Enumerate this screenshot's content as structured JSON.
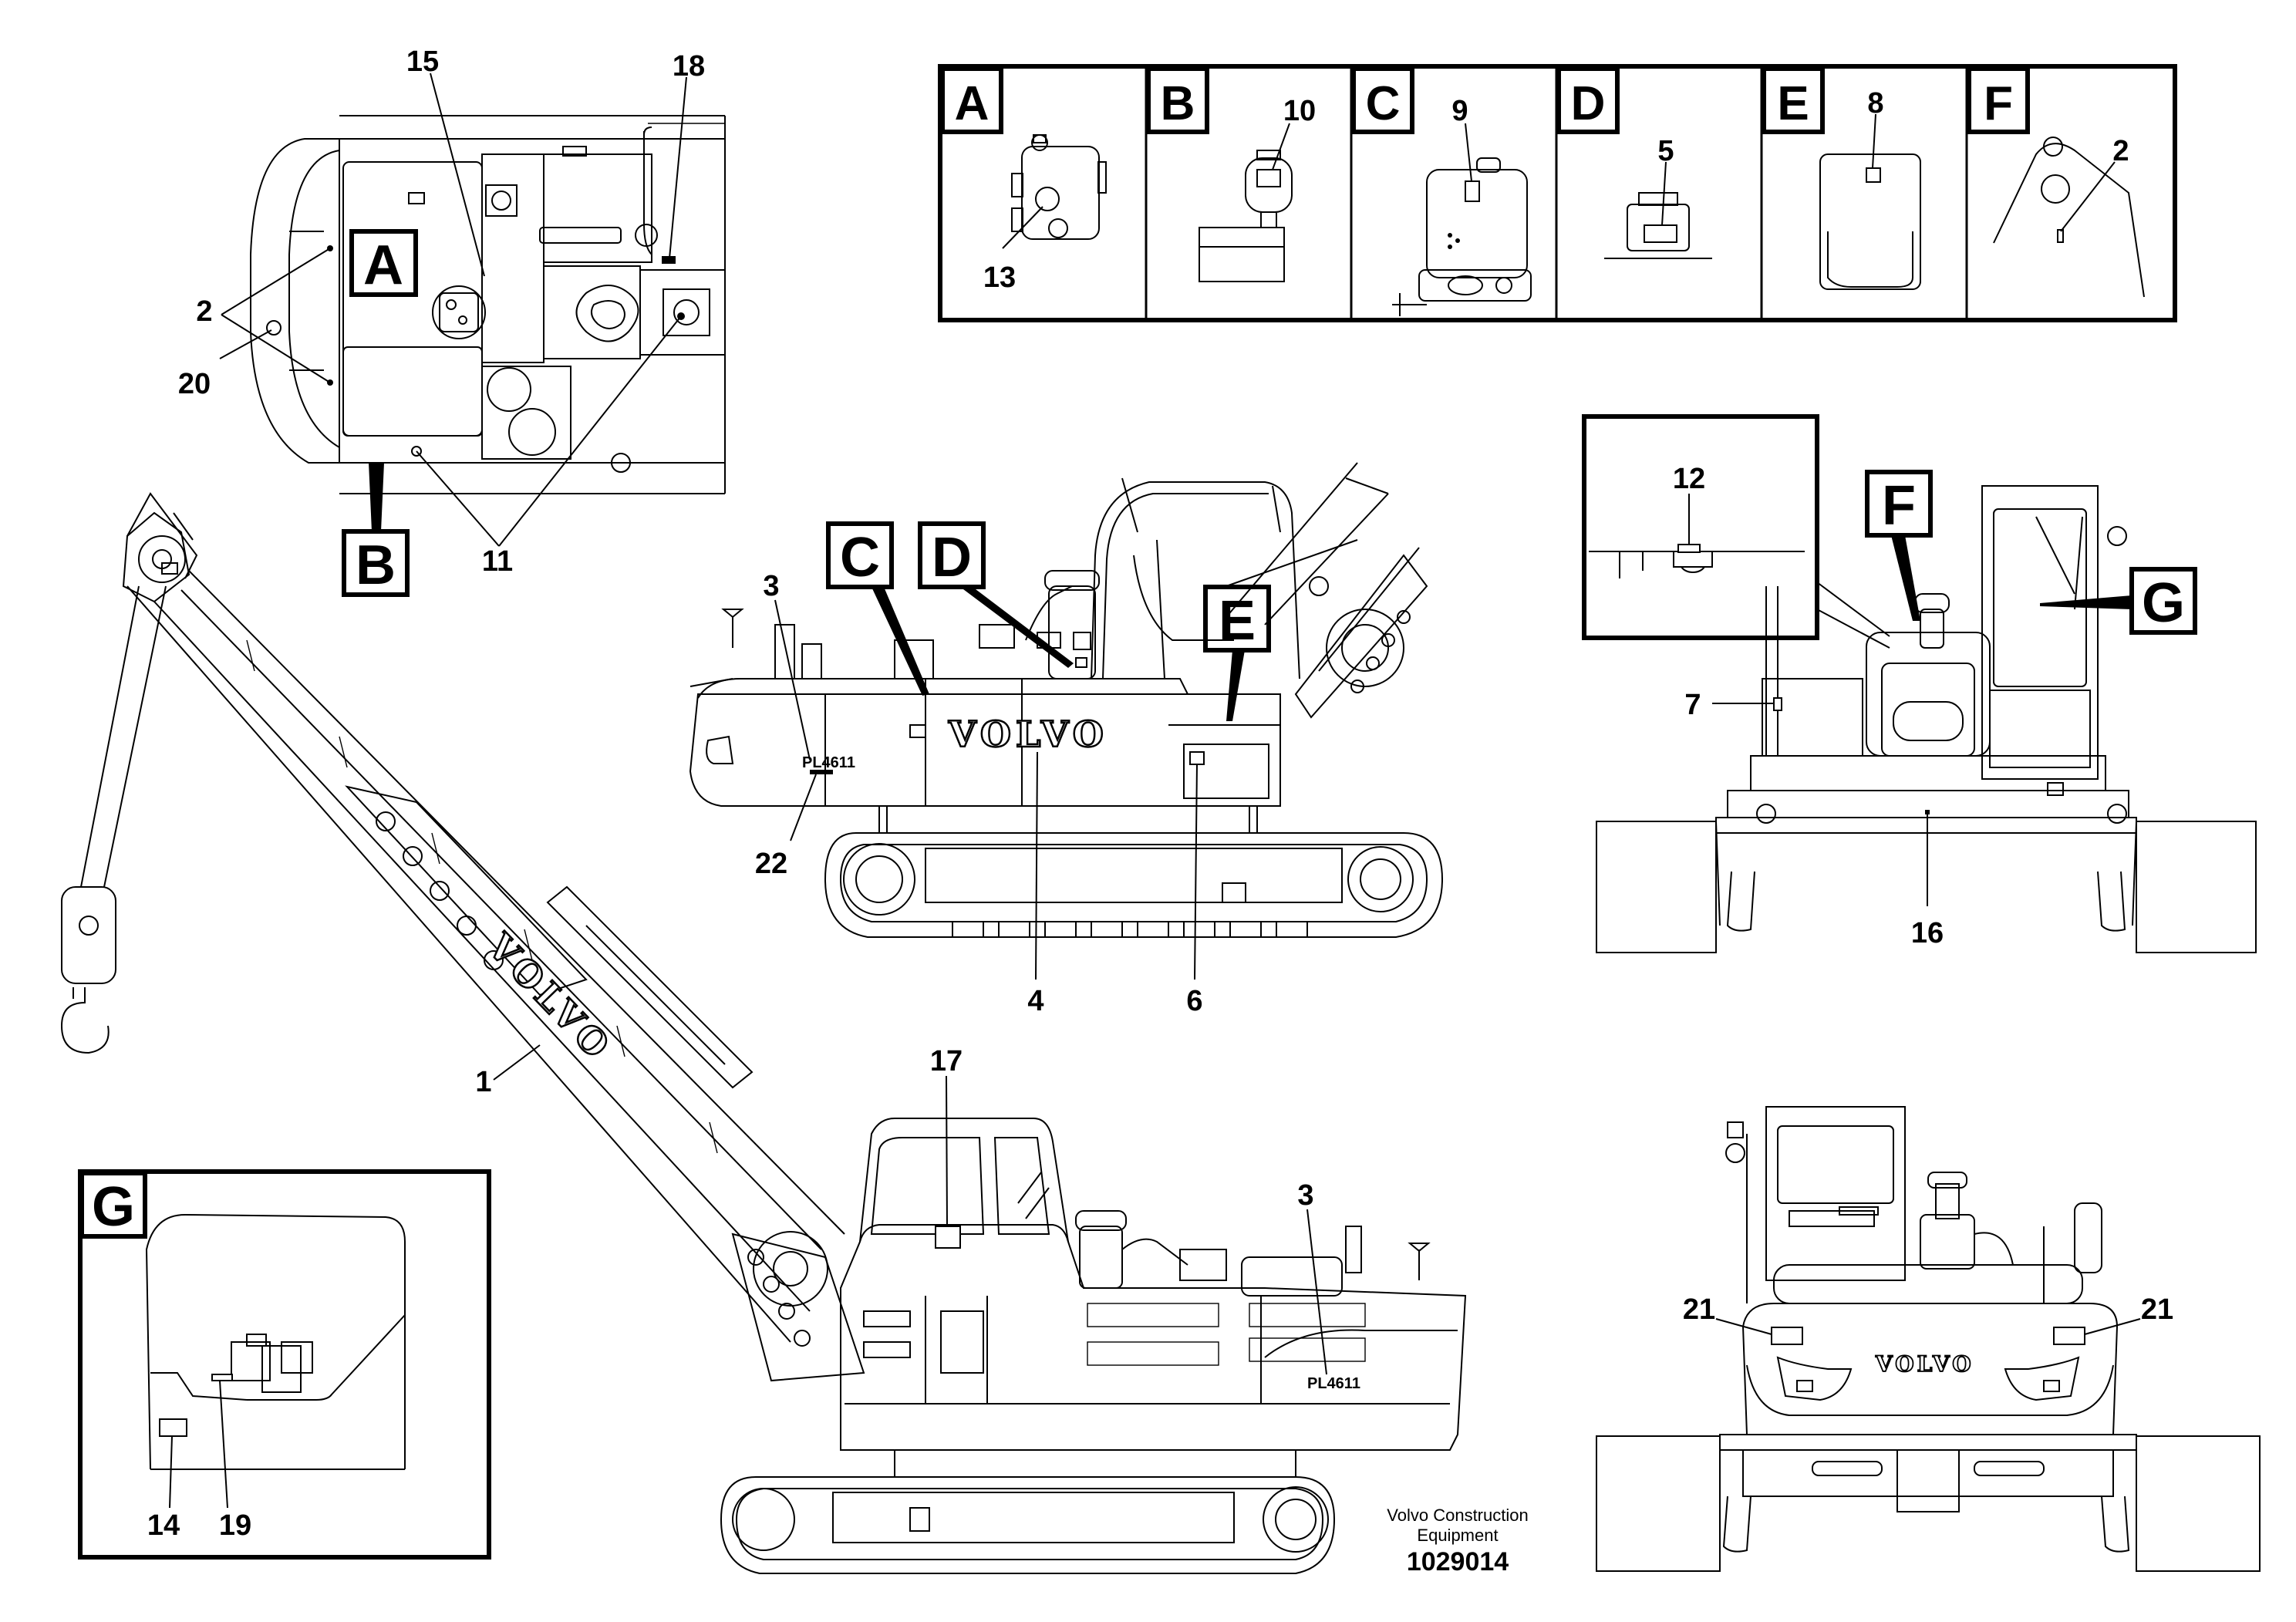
{
  "title_block": {
    "company": "Volvo Construction Equipment",
    "company_line1": "Volvo Construction",
    "company_line2": "Equipment",
    "illustration_number": "1029014"
  },
  "brand": "VOLVO",
  "model_badge": "PL4611",
  "detail_letters": {
    "A": "A",
    "B": "B",
    "C": "C",
    "D": "D",
    "E": "E",
    "F": "F",
    "G": "G"
  },
  "callouts": {
    "c1": "1",
    "c2": "2",
    "c3": "3",
    "c4": "4",
    "c5": "5",
    "c6": "6",
    "c7": "7",
    "c8": "8",
    "c9": "9",
    "c10": "10",
    "c11": "11",
    "c12": "12",
    "c13": "13",
    "c14": "14",
    "c15": "15",
    "c16": "16",
    "c17": "17",
    "c18": "18",
    "c19": "19",
    "c20": "20",
    "c21": "21",
    "c22": "22"
  }
}
